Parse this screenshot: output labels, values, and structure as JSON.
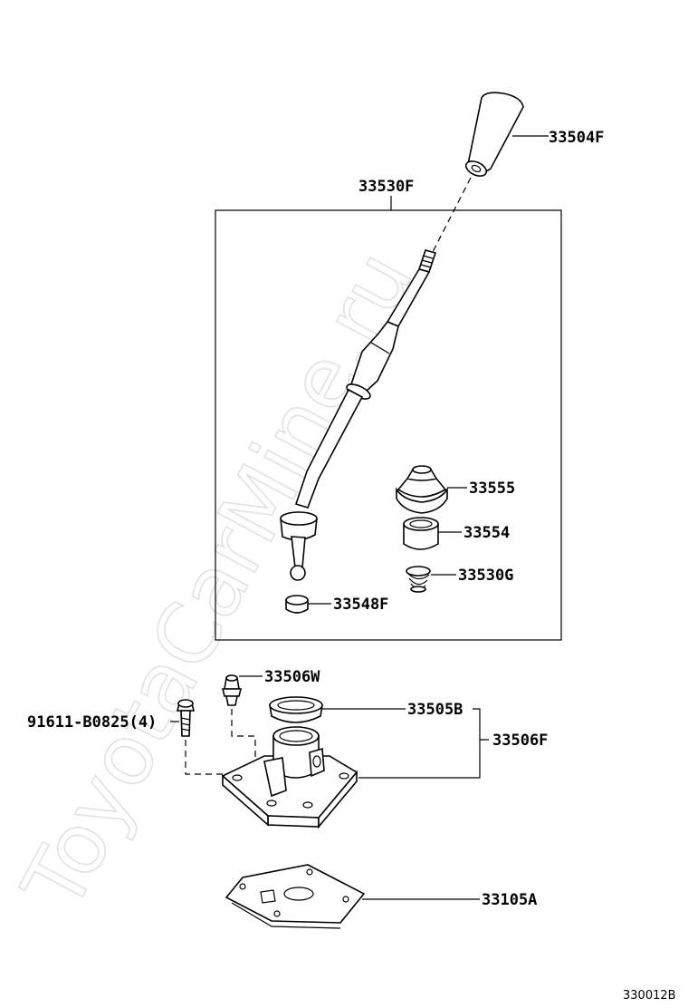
{
  "watermark": "ToyotaCarMine.ru",
  "figure_code": "330012B",
  "parts": {
    "knob": "33504F",
    "lever_assembly": "33530F",
    "boot": "33555",
    "bushing": "33554",
    "spring": "33530G",
    "seat": "33548F",
    "pin": "33506W",
    "bolt": "91611-B0825(4)",
    "retainer_seal": "33505B",
    "housing_assembly": "33506F",
    "gasket": "33105A"
  }
}
